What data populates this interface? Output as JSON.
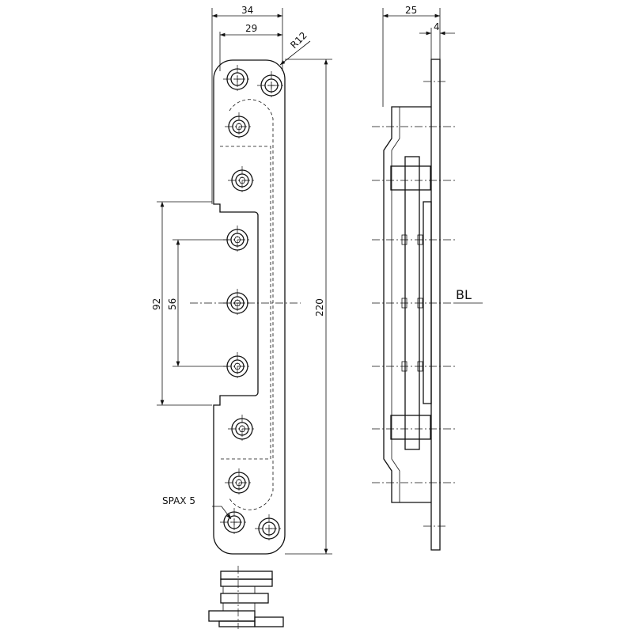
{
  "dimensions": {
    "total_width": "34",
    "inner_width": "29",
    "radius": "R12",
    "side_depth": "25",
    "plate_thickness": "4",
    "outer_hole_span": "92",
    "inner_hole_span": "56",
    "total_length": "220"
  },
  "labels": {
    "baseline": "BL",
    "screw": "SPAX 5"
  }
}
